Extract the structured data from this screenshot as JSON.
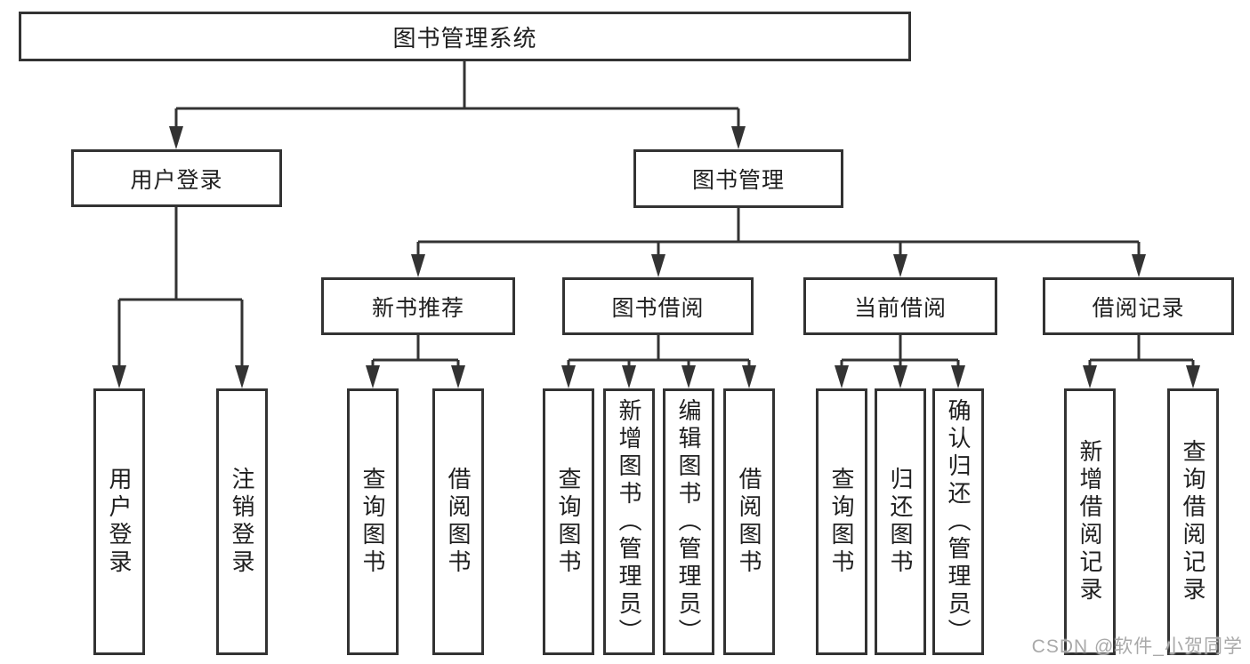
{
  "diagram": {
    "root": {
      "label": "图书管理系统"
    },
    "branches": [
      {
        "label": "用户登录",
        "children": [
          {
            "label": "用户登录"
          },
          {
            "label": "注销登录"
          }
        ]
      },
      {
        "label": "图书管理",
        "children": [
          {
            "label": "新书推荐",
            "children": [
              {
                "label": "查询图书"
              },
              {
                "label": "借阅图书"
              }
            ]
          },
          {
            "label": "图书借阅",
            "children": [
              {
                "label": "查询图书"
              },
              {
                "label": "新增图书（管理员）"
              },
              {
                "label": "编辑图书（管理员）"
              },
              {
                "label": "借阅图书"
              }
            ]
          },
          {
            "label": "当前借阅",
            "children": [
              {
                "label": "查询图书"
              },
              {
                "label": "归还图书"
              },
              {
                "label": "确认归还（管理员）"
              }
            ]
          },
          {
            "label": "借阅记录",
            "children": [
              {
                "label": "新增借阅记录"
              },
              {
                "label": "查询借阅记录"
              }
            ]
          }
        ]
      }
    ]
  },
  "watermark": {
    "text": "CSDN @软件_小贺同学"
  },
  "colors": {
    "line": "#333333",
    "text": "#1f1f1f",
    "box_background": "#ffffff",
    "watermark": "#a9a9a9",
    "background": "#ffffff"
  }
}
